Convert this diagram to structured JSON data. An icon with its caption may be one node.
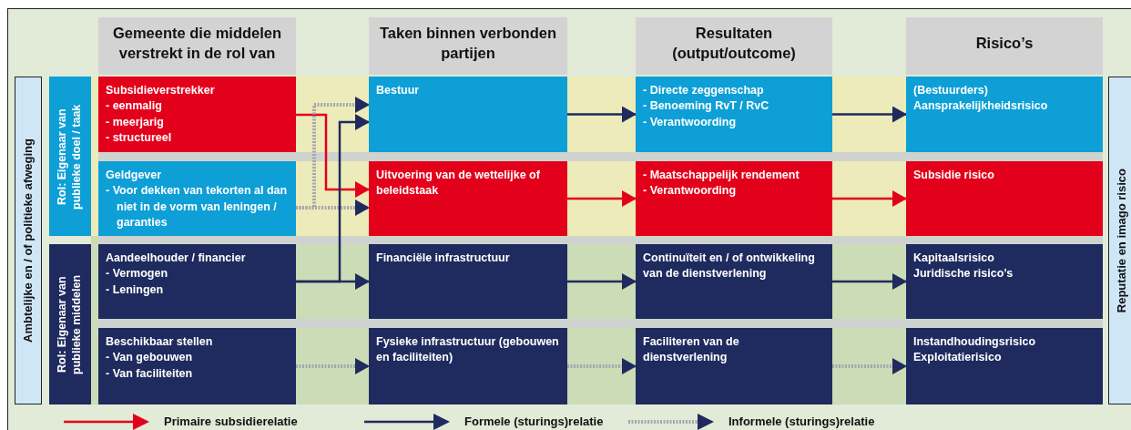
{
  "diagram": {
    "nodes": [
      {
        "text": [
          "Gemeente die middelen verstrekt in de rol van"
        ]
      },
      {
        "text": [
          "Taken binnen verbonden partijen"
        ]
      },
      {
        "text": [
          "Resultaten (output/outcome)"
        ]
      },
      {
        "text": [
          "Risico’s"
        ]
      },
      {
        "text": [
          "Ambtelijke en / of politieke afweging"
        ]
      },
      {
        "text": [
          "Reputatie en imago risico"
        ]
      },
      {
        "text": [
          "Rol: Eigenaar van publieke doel / taak"
        ]
      },
      {
        "text": [
          "Rol: Eigenaar van publieke middelen"
        ]
      },
      {
        "text": [
          "Subsidieverstrekker",
          "- eenmalig",
          "- meerjarig",
          "- structureel"
        ]
      },
      {
        "text": [
          "Bestuur"
        ]
      },
      {
        "text": [
          "- Directe zeggenschap",
          "- Benoeming RvT / RvC",
          "- Verantwoording"
        ]
      },
      {
        "text": [
          "(Bestuurders) Aansprakelijkheidsrisico"
        ]
      },
      {
        "text": [
          "Geldgever",
          "- Voor dekken van tekorten al dan niet in de vorm van leningen / garanties"
        ]
      },
      {
        "text": [
          "Uitvoering van de wettelijke of beleidstaak"
        ]
      },
      {
        "text": [
          "- Maatschappelijk rendement",
          "- Verantwoording"
        ]
      },
      {
        "text": [
          "Subsidie risico"
        ]
      },
      {
        "text": [
          "Aandeelhouder / financier",
          "- Vermogen",
          "- Leningen"
        ]
      },
      {
        "text": [
          "Financiële infrastructuur"
        ]
      },
      {
        "text": [
          "Continuïteit en / of ontwikkeling van de dienstverlening"
        ]
      },
      {
        "text": [
          "Kapitaalsrisico",
          "Juridische risico’s"
        ]
      },
      {
        "text": [
          "Beschikbaar stellen",
          "- Van gebouwen",
          "- Van faciliteiten"
        ]
      },
      {
        "text": [
          "Fysieke infrastructuur (gebouwen en faciliteiten)"
        ]
      },
      {
        "text": [
          "Faciliteren van de dienstverlening"
        ]
      },
      {
        "text": [
          "Instandhoudingsrisico",
          "Exploitatierisico"
        ]
      }
    ],
    "edges": [
      {
        "from": 8,
        "to": 13,
        "arrow": "to",
        "color": "#e3001b"
      },
      {
        "from": 12,
        "to": 9,
        "arrow": "to",
        "style": "dashed",
        "color": "#a3a7b0"
      },
      {
        "from": 12,
        "to": 13,
        "arrow": "to",
        "style": "dashed",
        "color": "#a3a7b0"
      },
      {
        "from": 16,
        "to": 9,
        "arrow": "to"
      },
      {
        "from": 16,
        "to": 17,
        "arrow": "to"
      },
      {
        "from": 9,
        "to": 10,
        "arrow": "to"
      },
      {
        "from": 10,
        "to": 11,
        "arrow": "to"
      },
      {
        "from": 13,
        "to": 14,
        "arrow": "to",
        "color": "#e3001b"
      },
      {
        "from": 14,
        "to": 15,
        "arrow": "to",
        "color": "#e3001b"
      },
      {
        "from": 17,
        "to": 18,
        "arrow": "to"
      },
      {
        "from": 18,
        "to": 19,
        "arrow": "to"
      },
      {
        "from": 20,
        "to": 21,
        "arrow": "to",
        "style": "dashed",
        "color": "#a3a7b0"
      },
      {
        "from": 21,
        "to": 22,
        "arrow": "to",
        "style": "dashed",
        "color": "#a3a7b0"
      },
      {
        "from": 22,
        "to": 23,
        "arrow": "to",
        "style": "dashed",
        "color": "#a3a7b0"
      }
    ],
    "legend": [
      {
        "text": "Primaire subsidierelatie"
      },
      {
        "text": "Formele (sturings)relatie"
      },
      {
        "text": "Informele (sturings)relatie"
      }
    ]
  }
}
